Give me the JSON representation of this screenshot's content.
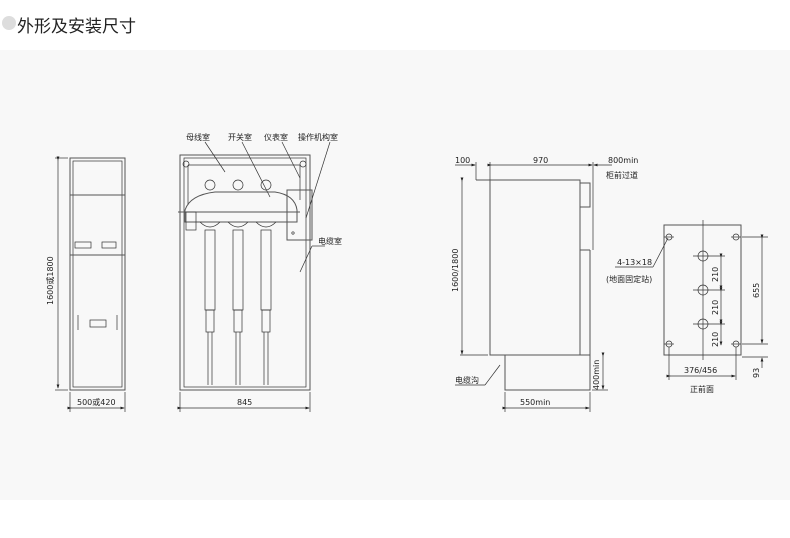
{
  "header": {
    "title": "外形及安装尺寸"
  },
  "drawing": {
    "left_view": {
      "height_dim": "1600或1800",
      "width_dim": "500或420"
    },
    "section_view": {
      "labels": [
        "母线室",
        "开关室",
        "仪表室",
        "操作机构室",
        "电缆室"
      ],
      "width_dim": "845"
    },
    "side_view": {
      "dim_rear": "100",
      "dim_depth": "970",
      "dim_front": "800min",
      "front_aisle": "柜前过道",
      "height_dim": "1600/1800",
      "trench_label": "电缆沟",
      "trench_depth": "400min",
      "trench_width": "550min"
    },
    "base_view": {
      "bolt_spec": "4-13×18",
      "bolt_note": "(地面固定站)",
      "hole_spacing": [
        "210",
        "210",
        "210"
      ],
      "bolt_span": "655",
      "width_dim": "376/456",
      "offset_dim": "93",
      "caption": "正前面"
    }
  }
}
